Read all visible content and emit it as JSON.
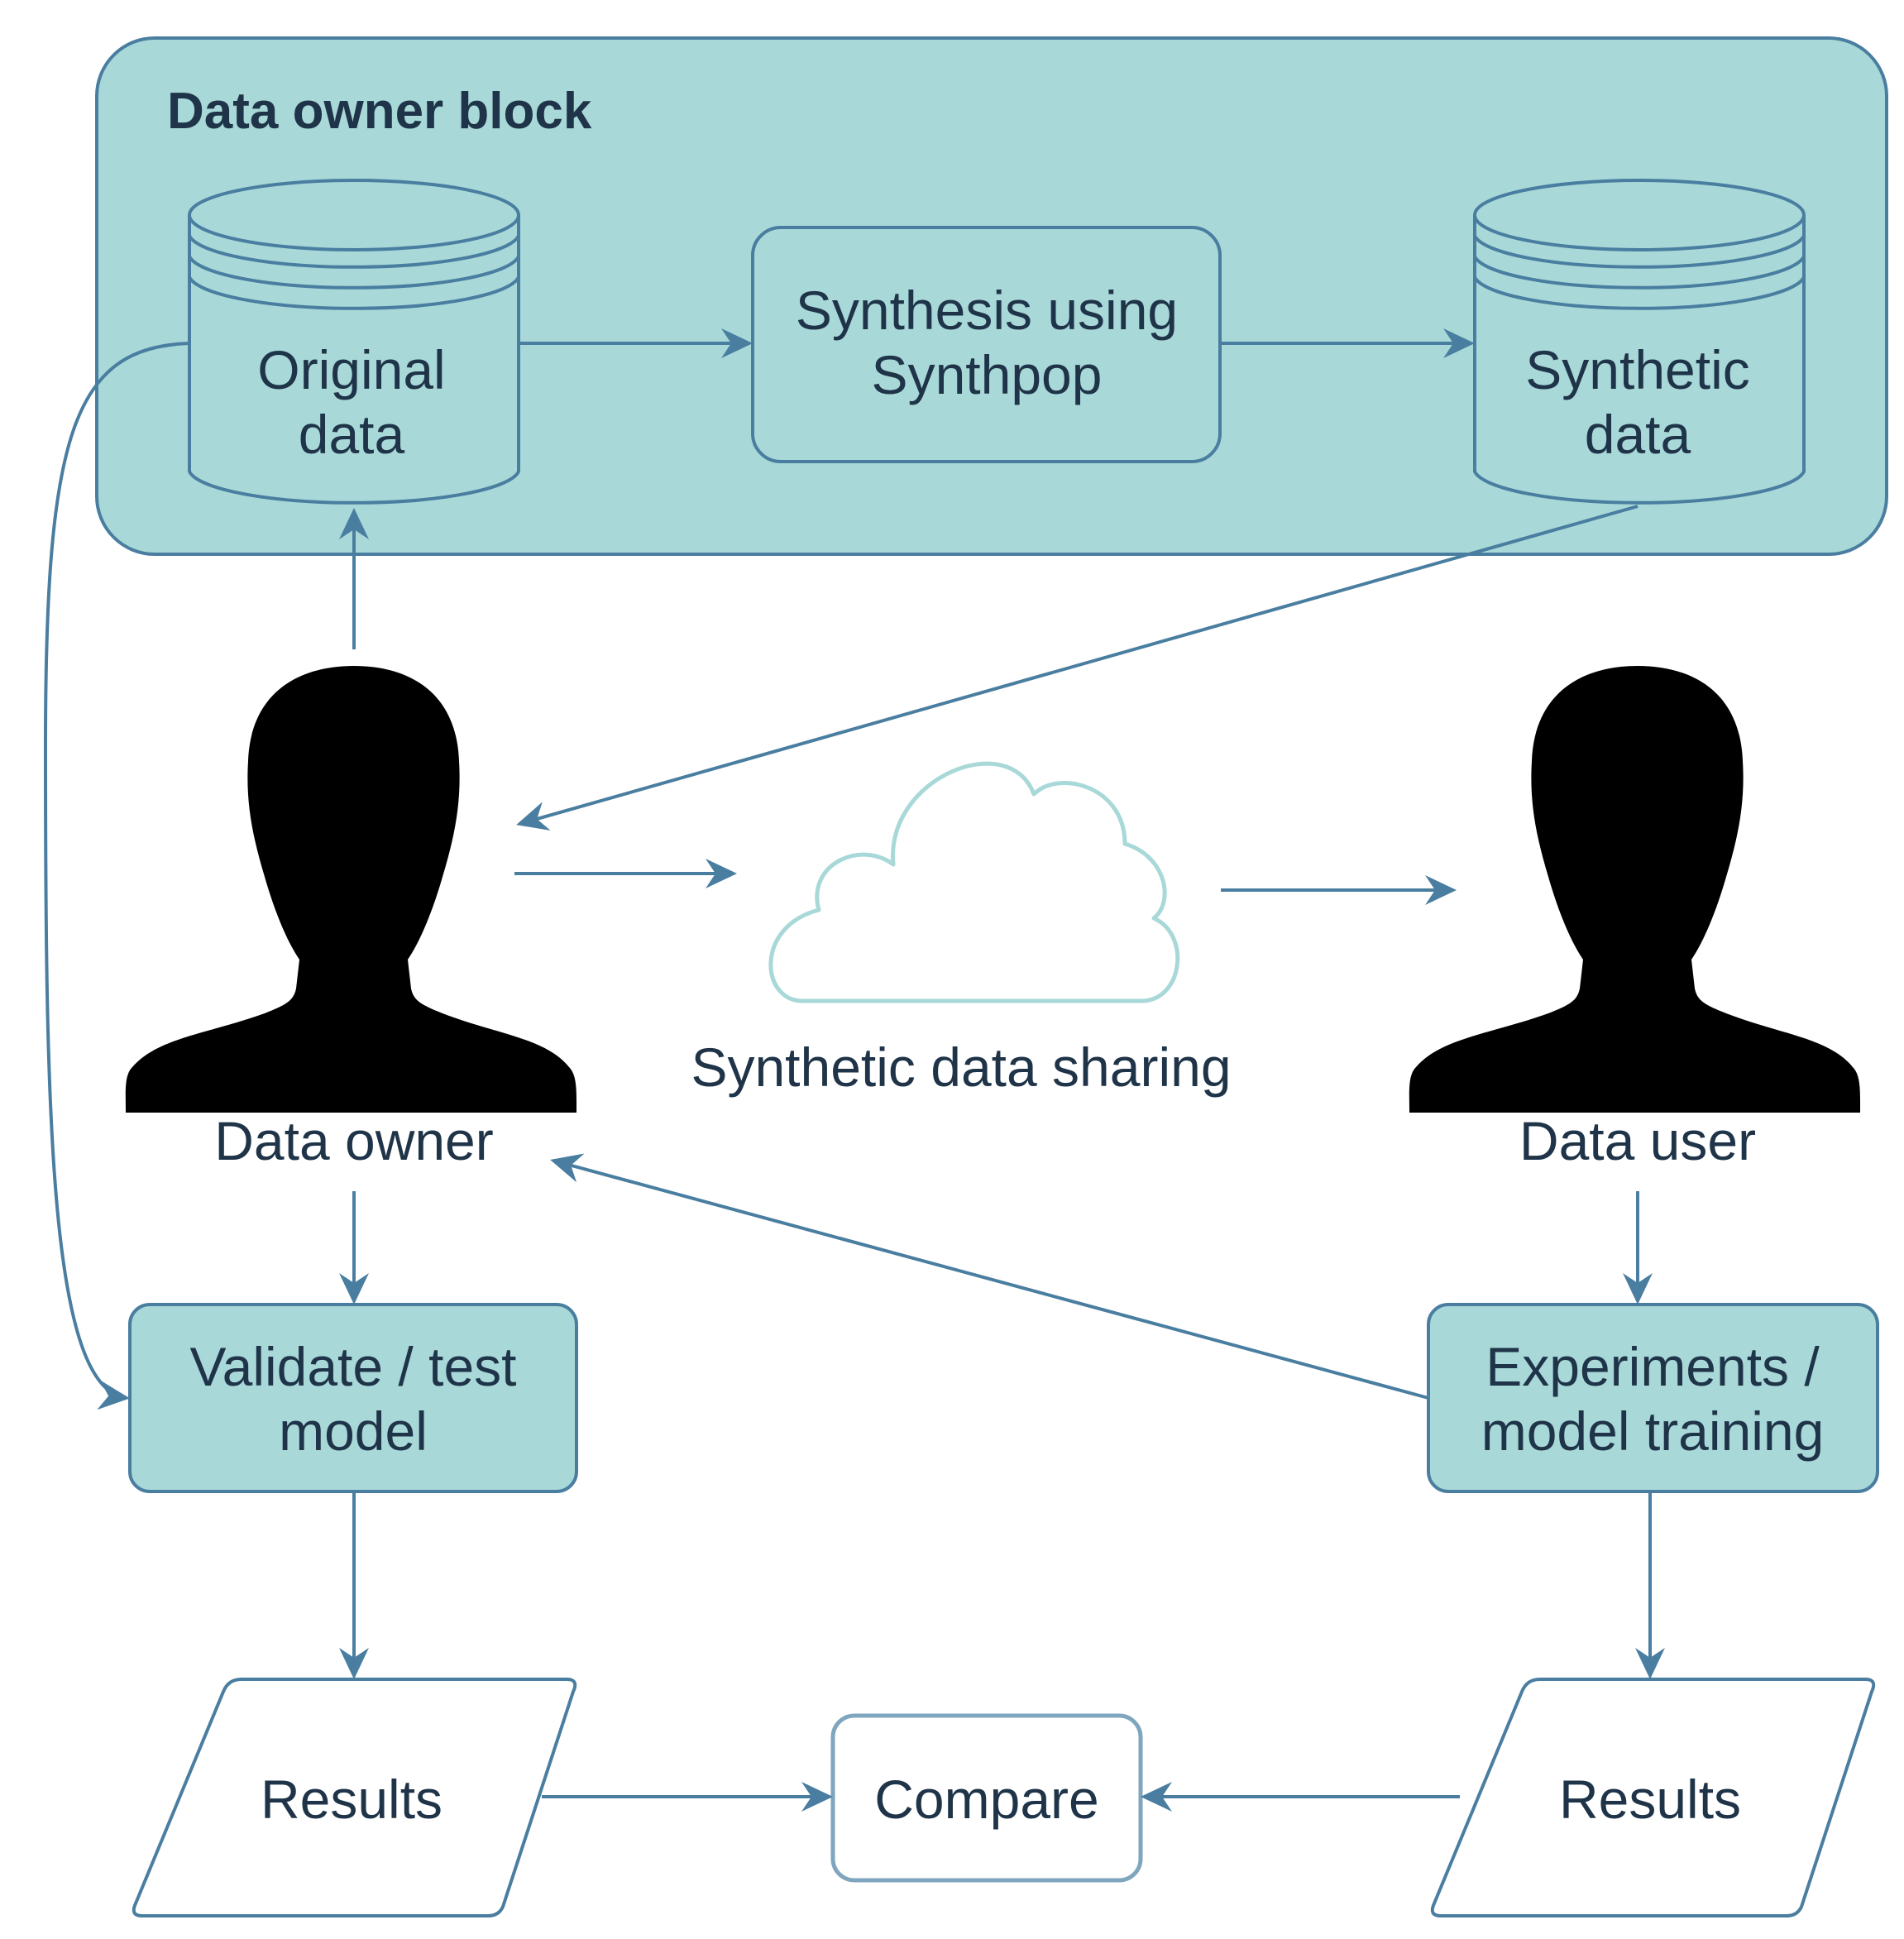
{
  "block": {
    "title": "Data owner block"
  },
  "nodes": {
    "original_data": [
      "Original",
      "data"
    ],
    "synthesis": [
      "Synthesis using",
      "Synthpop"
    ],
    "synthetic_data": [
      "Synthetic",
      "data"
    ],
    "sharing": "Synthetic data sharing",
    "data_owner": "Data owner",
    "data_user": "Data user",
    "validate": [
      "Validate / test",
      "model"
    ],
    "experiments": [
      "Experiments /",
      "model training"
    ],
    "results_left": "Results",
    "compare": "Compare",
    "results_right": "Results"
  },
  "colors": {
    "fill": "#a8d8d8",
    "stroke": "#4a7ea0",
    "cloud": "#a8d8d8",
    "person": "#000000",
    "text": "#1f3448"
  }
}
